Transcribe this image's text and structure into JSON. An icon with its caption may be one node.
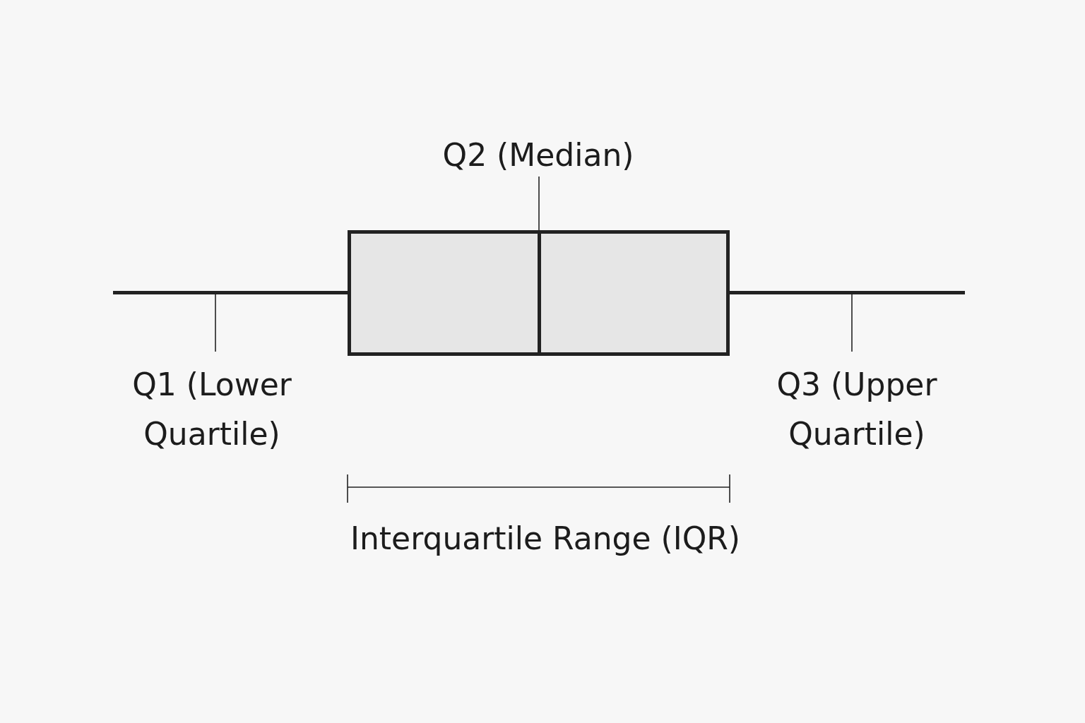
{
  "diagram": {
    "nodes": [
      {
        "text": [
          "Q2 (Median)"
        ]
      },
      {
        "text": [],
        "shape": "bar"
      },
      {
        "text": [],
        "shape": "box"
      },
      {
        "text": [],
        "shape": "bar",
        "in": 2
      },
      {
        "text": [],
        "shape": "bar"
      },
      {
        "text": [
          "Q1 (Lower Quartile)"
        ]
      },
      {
        "text": [
          "Q3 (Upper Quartile)"
        ]
      }
    ],
    "edges": [
      {
        "from": 0,
        "to": 3,
        "arrow": "none"
      },
      {
        "from": 5,
        "to": 1,
        "arrow": "none"
      },
      {
        "from": 6,
        "to": 4,
        "arrow": "none"
      }
    ],
    "labels": [
      "Interquartile Range (IQR)"
    ]
  }
}
